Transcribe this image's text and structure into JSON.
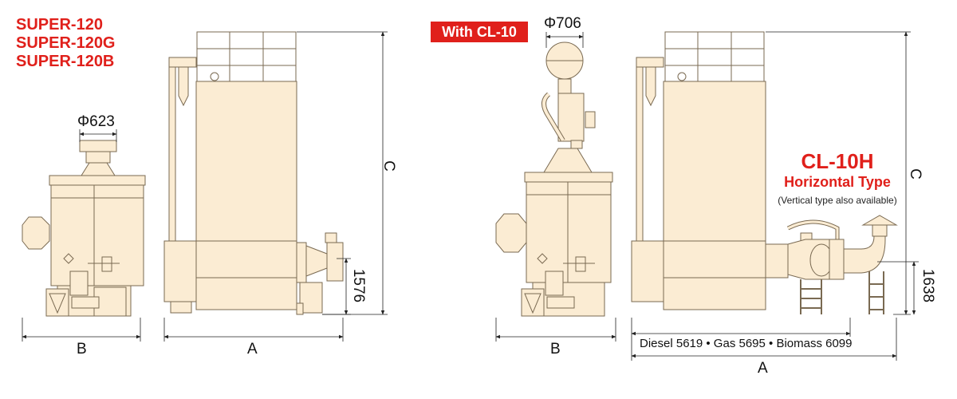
{
  "models": [
    "SUPER-120",
    "SUPER-120G",
    "SUPER-120B"
  ],
  "variant_badge": "With CL-10",
  "cl10h": {
    "title": "CL-10H",
    "subtitle": "Horizontal Type",
    "note": "(Vertical type also available)"
  },
  "dimensions": {
    "left_hopper_diameter": "Φ623",
    "right_cyclone_diameter": "Φ706",
    "left_b": "B",
    "left_a": "A",
    "left_c": "C",
    "left_height": "1576",
    "right_b": "B",
    "right_a": "A",
    "right_c": "C",
    "right_height": "1638",
    "fuel_lengths": "Diesel 5619 • Gas 5695 • Biomass 6099"
  },
  "colors": {
    "accent_red": "#e0201b",
    "machine_fill": "#fbecd3",
    "machine_stroke": "#7a6a52",
    "dimension_line": "#222222"
  }
}
